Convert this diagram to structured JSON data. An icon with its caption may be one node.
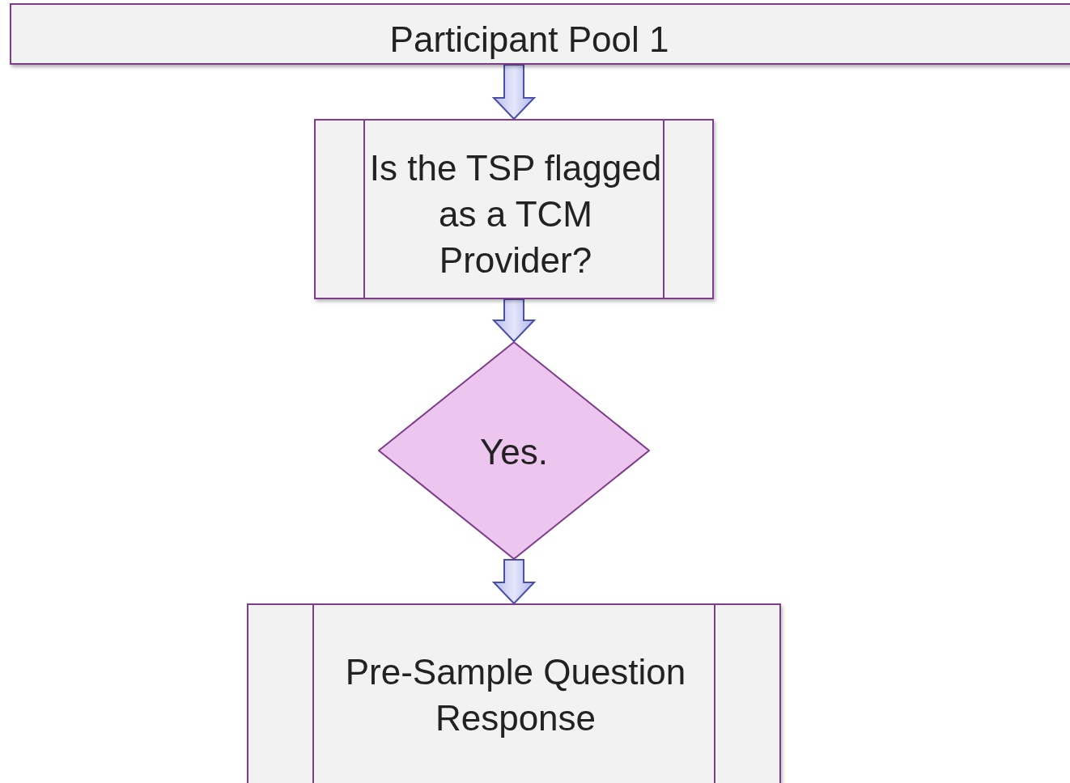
{
  "diagram": {
    "nodes": [
      {
        "text": [
          "Participant Pool 1"
        ]
      },
      {
        "text": [
          "Is the TSP flagged as a TCM Provider?"
        ]
      },
      {
        "text": [
          "Yes."
        ]
      },
      {
        "text": [
          "Pre-Sample Question Response"
        ]
      }
    ],
    "edges": [
      {
        "from": 0,
        "to": 1,
        "arrow": "to"
      },
      {
        "from": 1,
        "to": 2,
        "arrow": "to"
      },
      {
        "from": 2,
        "to": 3,
        "arrow": "to"
      }
    ]
  }
}
